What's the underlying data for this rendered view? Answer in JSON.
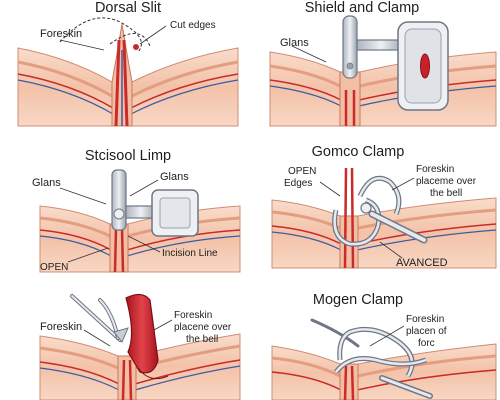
{
  "panels": [
    {
      "title": "Dorsal Slit",
      "labels": {
        "foreskin": "Foreskin",
        "cut_edges": "Cut edges"
      }
    },
    {
      "title": "Shield and Clamp",
      "labels": {
        "glans": "Glans"
      }
    },
    {
      "title": "Stcisool Limp",
      "labels": {
        "glans_left": "Glans",
        "glans_right": "Glans",
        "open": "OPEN",
        "incision_line": "Incision Line"
      }
    },
    {
      "title": "Gomco Clamp",
      "labels": {
        "open_line1": "OPEN",
        "open_line2": "Edges",
        "foreskin_line1": "Foreskin",
        "foreskin_line2": "placeme over",
        "foreskin_line3": "the bell",
        "advanced": "AVANCED"
      }
    },
    {
      "title": "",
      "labels": {
        "foreskin_left": "Foreskin",
        "foreskin_line1": "Foreskin",
        "foreskin_line2": "placene over",
        "foreskin_line3": "the bell"
      }
    },
    {
      "title": "Mogen Clamp",
      "labels": {
        "foreskin_line1": "Foreskin",
        "foreskin_line2": "placen of",
        "foreskin_line3": "forc"
      }
    }
  ],
  "colors": {
    "skin_light": "#f8d9c6",
    "skin_mid": "#f0b89c",
    "skin_dark": "#d98b70",
    "vessel_red": "#c92a2a",
    "vessel_blue": "#3b5ba5",
    "metal": "#c9ced6",
    "metal_dark": "#6f7785",
    "clamp_red": "#c8212b"
  }
}
